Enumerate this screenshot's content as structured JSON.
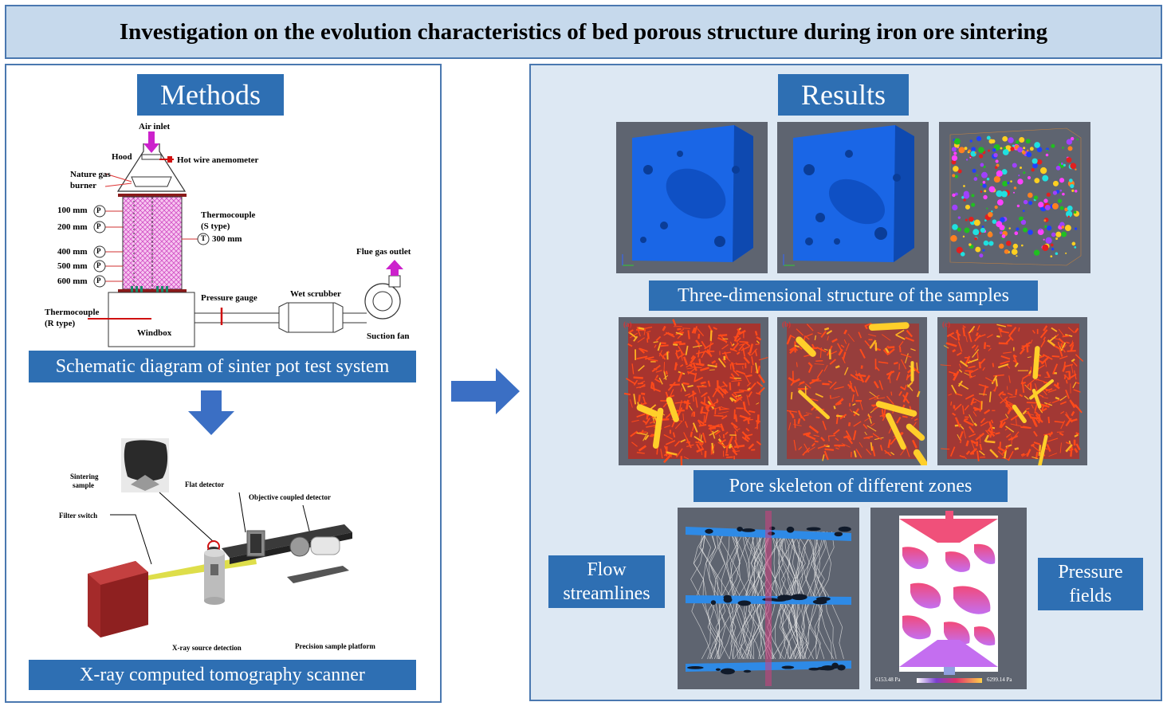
{
  "title": "Investigation on the evolution characteristics of bed porous structure during iron ore sintering",
  "methods": {
    "header": "Methods",
    "schematic_caption": "Schematic diagram of sinter pot test system",
    "xray_caption": "X-ray computed tomography scanner",
    "sinter_labels": {
      "air_inlet": "Air inlet",
      "hood": "Hood",
      "hot_wire": "Hot wire anemometer",
      "burner_line1": "Nature gas",
      "burner_line2": "burner",
      "p100": "100 mm",
      "p200": "200 mm",
      "p400": "400 mm",
      "p500": "500 mm",
      "p600": "600 mm",
      "p_symbol": "P",
      "t_symbol": "T",
      "thermo_s_line1": "Thermocouple",
      "thermo_s_line2": "(S type)",
      "t300": "300 mm",
      "flue_gas": "Flue gas outlet",
      "pressure_gauge": "Pressure gauge",
      "wet_scrubber": "Wet scrubber",
      "thermo_r_line1": "Thermocouple",
      "thermo_r_line2": "(R type)",
      "windbox": "Windbox",
      "suction_fan": "Suction fan"
    },
    "xray_labels": {
      "sintering_sample_line1": "Sintering",
      "sintering_sample_line2": "sample",
      "flat_detector": "Flat detector",
      "objective_detector": "Objective coupled detector",
      "filter_switch": "Filter switch",
      "xray_source": "X-ray source detection",
      "precision_platform": "Precision sample platform"
    }
  },
  "results": {
    "header": "Results",
    "structure_caption": "Three-dimensional structure of the samples",
    "skeleton_caption": "Pore skeleton of different zones",
    "flow_caption_line1": "Flow",
    "flow_caption_line2": "streamlines",
    "pressure_caption_line1": "Pressure",
    "pressure_caption_line2": "fields",
    "skeleton_panel_labels": [
      "(a)",
      "(b)",
      "(c)"
    ],
    "pressure_scale_min": "6153.48 Pa",
    "pressure_scale_max": "6299.14 Pa"
  },
  "colors": {
    "accent_blue": "#2e6fb3",
    "title_bg": "#c6d9ec",
    "results_bg": "#dde8f3",
    "pore_blue": "#1a6fe8",
    "skeleton_red": "#d8261a",
    "magenta_arrow": "#cc22cc"
  }
}
